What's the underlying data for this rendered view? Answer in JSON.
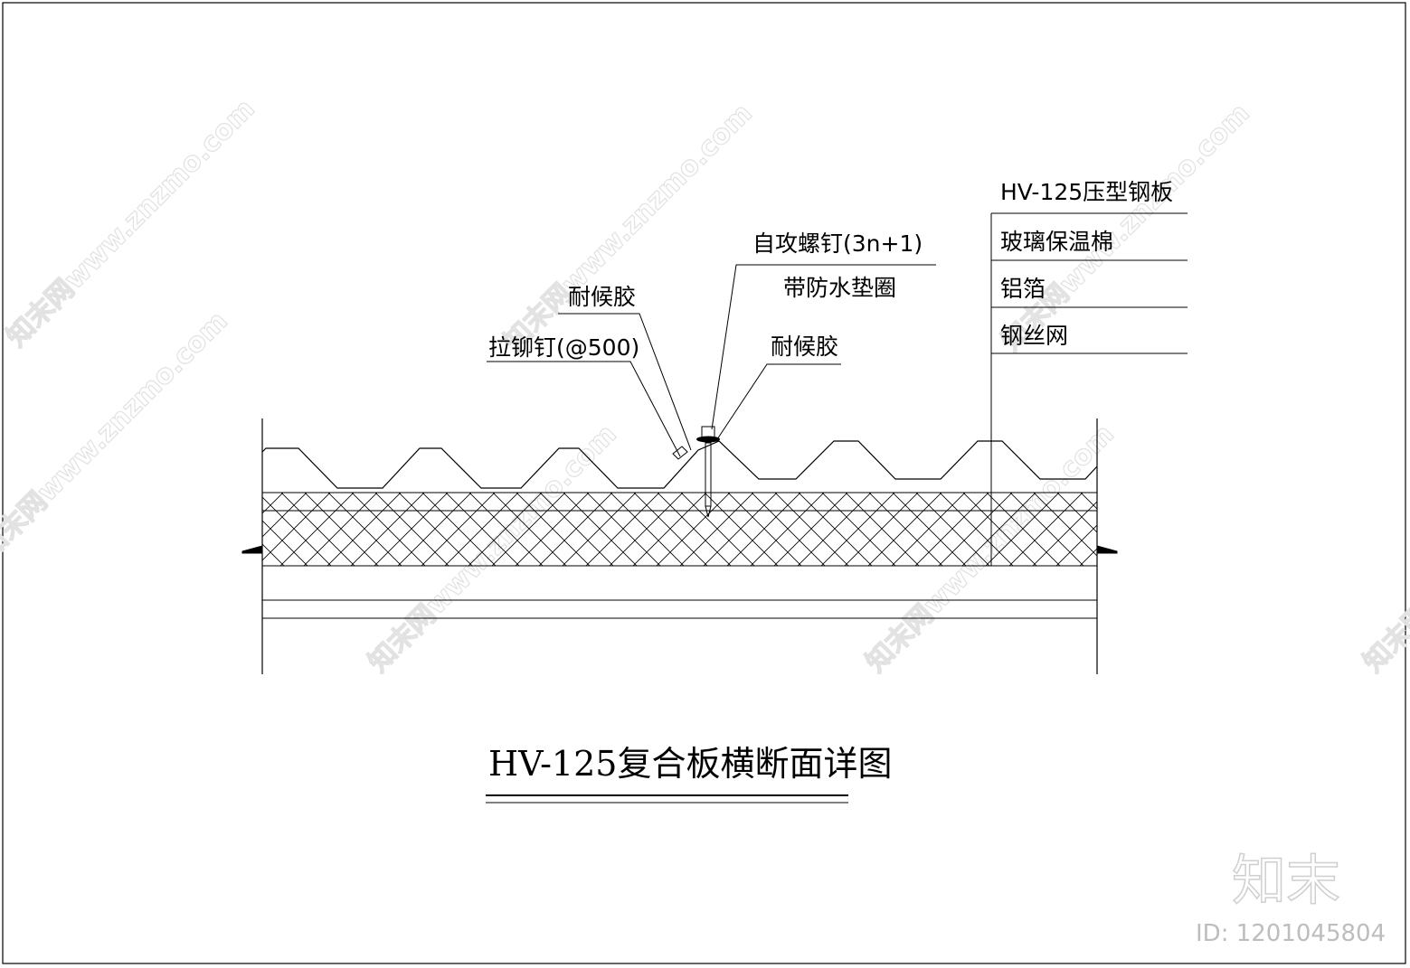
{
  "drawing": {
    "title": "HV-125复合板横断面详图",
    "labels": {
      "weather_sealant_left": "耐候胶",
      "rivet": "拉铆钉(@500)",
      "screw_line1": "自攻螺钉(3n+1)",
      "screw_line2": "带防水垫圈",
      "weather_sealant_right": "耐候胶"
    },
    "layers": [
      "HV-125压型钢板",
      "玻璃保温棉",
      "铝箔",
      "钢丝网"
    ]
  },
  "watermark": {
    "text": "知末网www.znzmo.com",
    "brand": "知末",
    "id": "ID: 1201045804"
  }
}
